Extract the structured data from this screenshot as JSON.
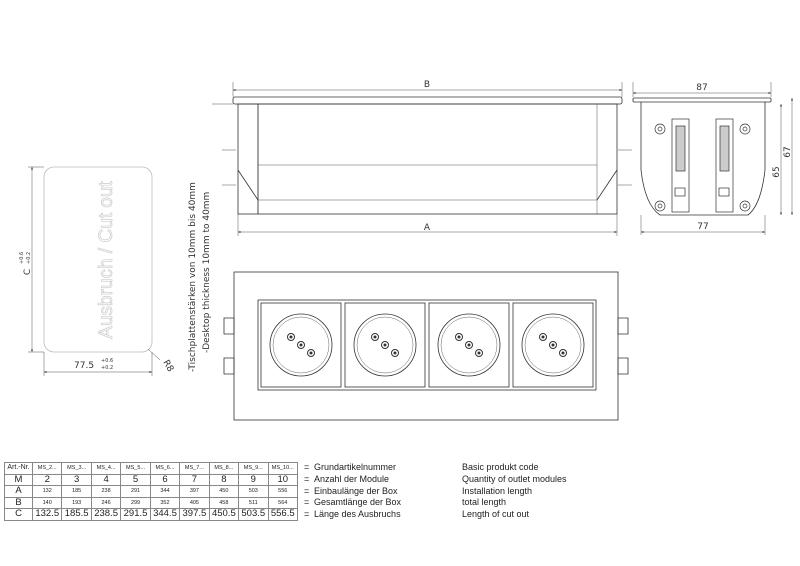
{
  "drawing": {
    "dim_B": "B",
    "dim_A": "A",
    "dim_87": "87",
    "dim_77": "77",
    "dim_65": "65",
    "dim_67": "67",
    "cutout_label": "Ausbruch / Cut out",
    "cutout_C": "C",
    "cutout_C_tol_upper": "+0.6",
    "cutout_C_tol_lower": "+0.2",
    "cutout_width": "77.5",
    "cutout_width_tol_upper": "+0.6",
    "cutout_width_tol_lower": "+0.2",
    "radius": "R8",
    "thickness_de": "-Tischplattenstärken von 10mm bis 40mm",
    "thickness_en": "-Desktop thickness 10mm to 40mm"
  },
  "table": {
    "rows": [
      {
        "key": "Art.-Nr.",
        "values": [
          "MS_2...",
          "MS_3...",
          "MS_4...",
          "MS_5...",
          "MS_6...",
          "MS_7...",
          "MS_8...",
          "MS_9...",
          "MS_10..."
        ],
        "de": "Grundartikelnummer",
        "en": "Basic produkt code"
      },
      {
        "key": "M",
        "values": [
          "2",
          "3",
          "4",
          "5",
          "6",
          "7",
          "8",
          "9",
          "10"
        ],
        "de": "Anzahl der Module",
        "en": "Quantity of outlet modules"
      },
      {
        "key": "A",
        "values": [
          "132",
          "185",
          "238",
          "291",
          "344",
          "397",
          "450",
          "503",
          "556"
        ],
        "de": "Einbaulänge der Box",
        "en": "Installation length"
      },
      {
        "key": "B",
        "values": [
          "140",
          "193",
          "246",
          "299",
          "352",
          "405",
          "458",
          "511",
          "564"
        ],
        "de": "Gesamtlänge der Box",
        "en": "total length"
      },
      {
        "key": "C",
        "values": [
          "132.5",
          "185.5",
          "238.5",
          "291.5",
          "344.5",
          "397.5",
          "450.5",
          "503.5",
          "556.5"
        ],
        "de": "Länge des Ausbruchs",
        "en": "Length of cut out"
      }
    ],
    "eq": "="
  }
}
